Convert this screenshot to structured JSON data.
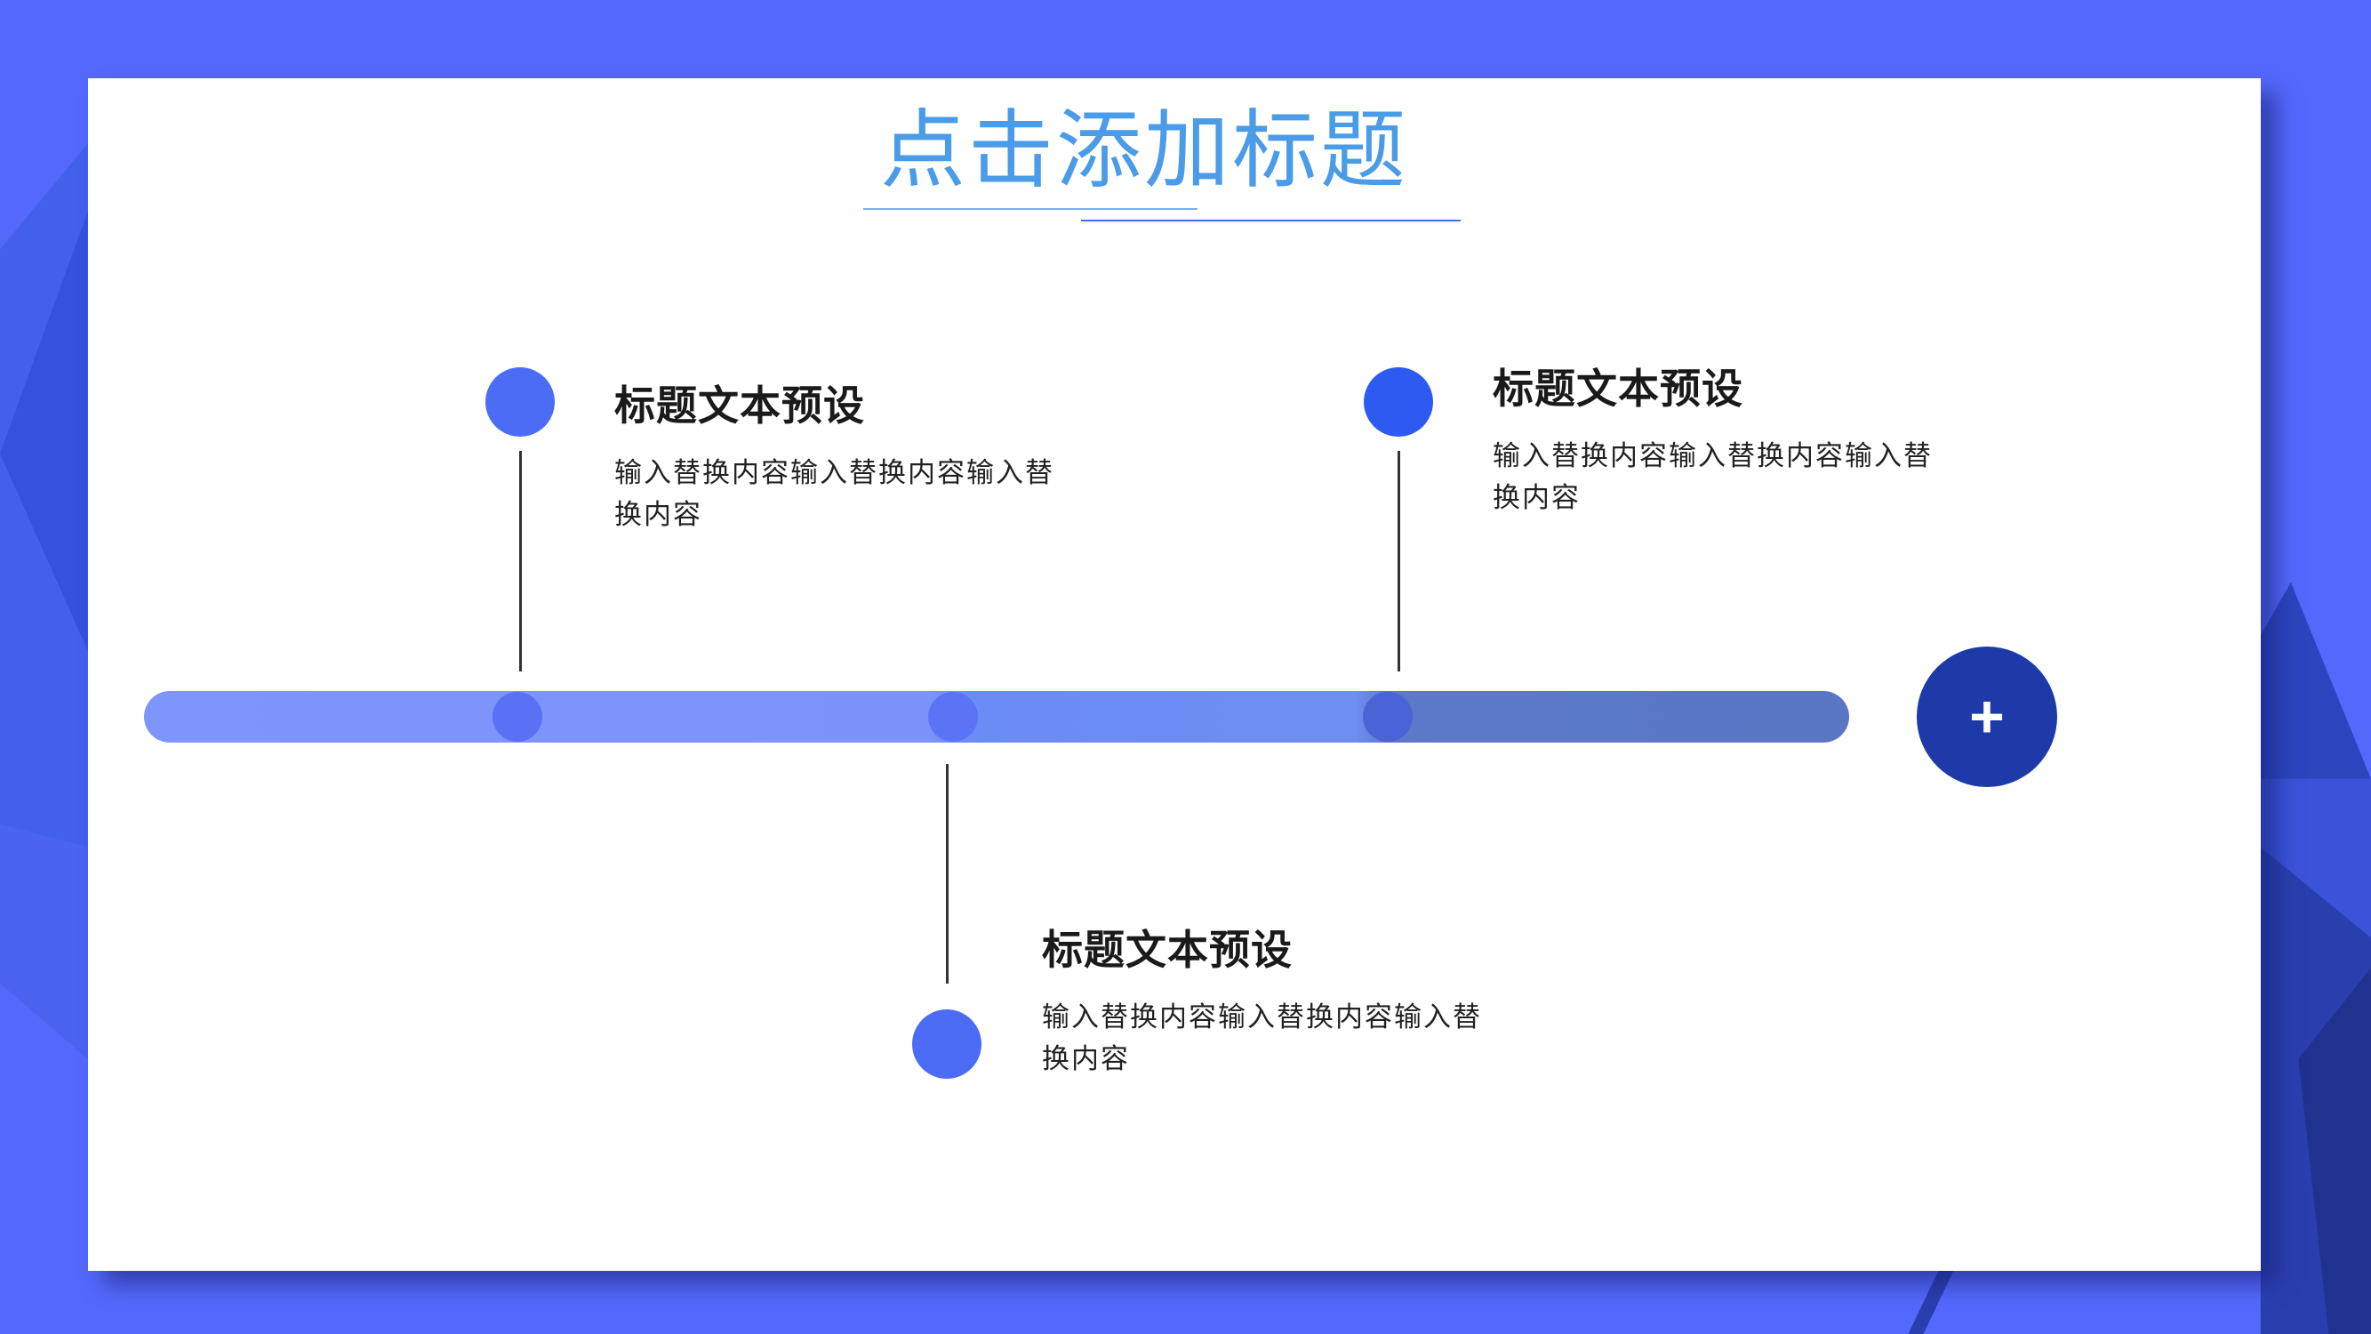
{
  "slide": {
    "title": "点击添加标题"
  },
  "timeline": {
    "items": [
      {
        "heading": "标题文本预设",
        "body": "输入替换内容输入替换内容输入替换内容"
      },
      {
        "heading": "标题文本预设",
        "body": "输入替换内容输入替换内容输入替换内容"
      },
      {
        "heading": "标题文本预设",
        "body": "输入替换内容输入替换内容输入替换内容"
      }
    ],
    "add_label": "+"
  },
  "colors": {
    "background": "#5468fc",
    "title": "#4a9be8",
    "accent": "#1d3aa8",
    "node": "#4c6cf6",
    "node_strong": "#2d5af0"
  },
  "icons": {
    "add": "plus-icon"
  }
}
